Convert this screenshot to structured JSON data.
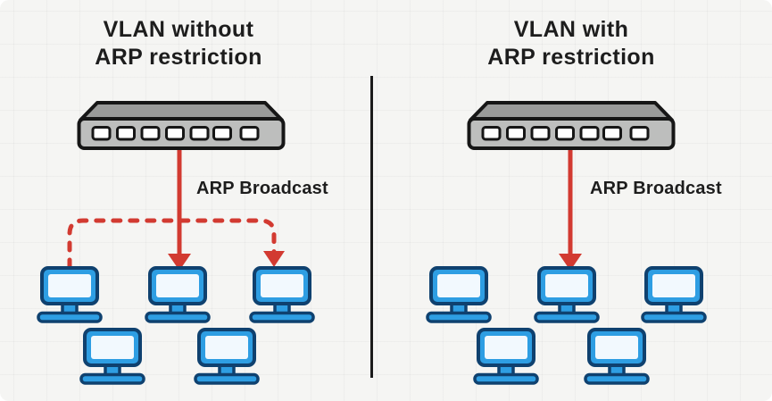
{
  "diagram": {
    "left": {
      "title_line1": "VLAN without",
      "title_line2": "ARP restriction",
      "arrow_label": "ARP Broadcast",
      "computer_count": 5
    },
    "right": {
      "title_line1": "VLAN with",
      "title_line2": "ARP restriction",
      "arrow_label": "ARP Broadcast",
      "computer_count": 5
    },
    "switch_ports": 7,
    "colors": {
      "arrow_red": "#d23a31",
      "switch_top_gray": "#9a9b9a",
      "switch_front_gray": "#bdbebd",
      "switch_port_white": "#ffffff",
      "outline_black": "#161616",
      "monitor_frame_blue": "#2e9ee3",
      "monitor_outline_navy": "#0f416f",
      "monitor_screen": "#f2f9fe",
      "background": "#f5f5f3",
      "divider_black": "#1a1a1a",
      "title_text": "#1d1d1d"
    }
  }
}
